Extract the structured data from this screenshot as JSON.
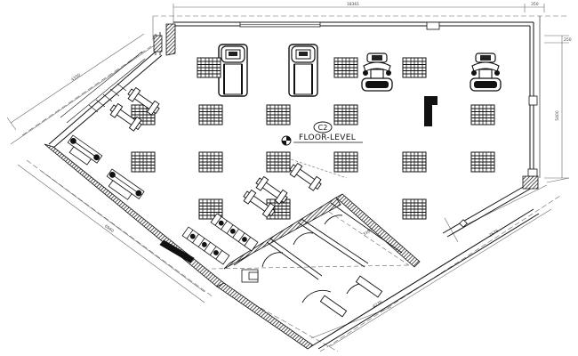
{
  "plan": {
    "level_tag": "C2",
    "level_label": "FLOOR-LEVEL"
  },
  "dimensions": {
    "top_overall": "18361",
    "top_right_small": "350",
    "right_small": "250",
    "right_vertical": "5400",
    "left_upper": "4350",
    "left_lower": "6960",
    "inner_room": "3380",
    "bottom_right": "4238",
    "right_angled": "2575"
  },
  "colors": {
    "line": "#111111",
    "dim_line": "#666666",
    "hatch": "#111111"
  }
}
